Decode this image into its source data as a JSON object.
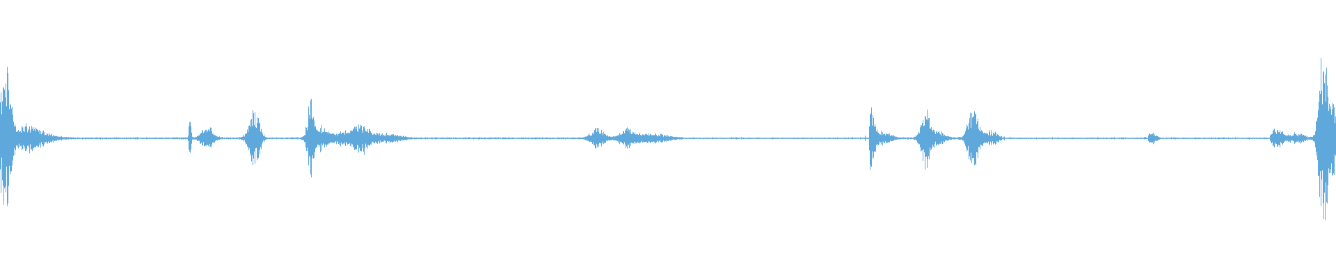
{
  "waveform": {
    "color": "#5fa8dc",
    "background": "#ffffff",
    "baseline_amplitude": 0.006,
    "bursts": [
      {
        "t": 0.0,
        "amp": 0.42,
        "spread": 0.006
      },
      {
        "t": 0.006,
        "amp": 0.36,
        "spread": 0.004
      },
      {
        "t": 0.018,
        "amp": 0.1,
        "spread": 0.01
      },
      {
        "t": 0.03,
        "amp": 0.05,
        "spread": 0.012
      },
      {
        "t": 0.142,
        "amp": 0.2,
        "spread": 0.001
      },
      {
        "t": 0.155,
        "amp": 0.09,
        "spread": 0.006
      },
      {
        "t": 0.19,
        "amp": 0.26,
        "spread": 0.005
      },
      {
        "t": 0.232,
        "amp": 0.34,
        "spread": 0.003
      },
      {
        "t": 0.24,
        "amp": 0.1,
        "spread": 0.006
      },
      {
        "t": 0.255,
        "amp": 0.05,
        "spread": 0.01
      },
      {
        "t": 0.27,
        "amp": 0.12,
        "spread": 0.008
      },
      {
        "t": 0.29,
        "amp": 0.04,
        "spread": 0.012
      },
      {
        "t": 0.447,
        "amp": 0.09,
        "spread": 0.006
      },
      {
        "t": 0.47,
        "amp": 0.08,
        "spread": 0.008
      },
      {
        "t": 0.49,
        "amp": 0.04,
        "spread": 0.012
      },
      {
        "t": 0.652,
        "amp": 0.28,
        "spread": 0.003
      },
      {
        "t": 0.66,
        "amp": 0.06,
        "spread": 0.008
      },
      {
        "t": 0.692,
        "amp": 0.24,
        "spread": 0.004
      },
      {
        "t": 0.7,
        "amp": 0.07,
        "spread": 0.008
      },
      {
        "t": 0.728,
        "amp": 0.24,
        "spread": 0.005
      },
      {
        "t": 0.74,
        "amp": 0.06,
        "spread": 0.01
      },
      {
        "t": 0.862,
        "amp": 0.05,
        "spread": 0.004
      },
      {
        "t": 0.955,
        "amp": 0.1,
        "spread": 0.005
      },
      {
        "t": 0.97,
        "amp": 0.04,
        "spread": 0.008
      },
      {
        "t": 0.99,
        "amp": 0.68,
        "spread": 0.004
      },
      {
        "t": 0.996,
        "amp": 0.4,
        "spread": 0.004
      }
    ],
    "dotted_segments": [
      [
        0.52,
        0.65
      ],
      [
        0.75,
        0.86
      ],
      [
        0.87,
        0.95
      ]
    ]
  }
}
